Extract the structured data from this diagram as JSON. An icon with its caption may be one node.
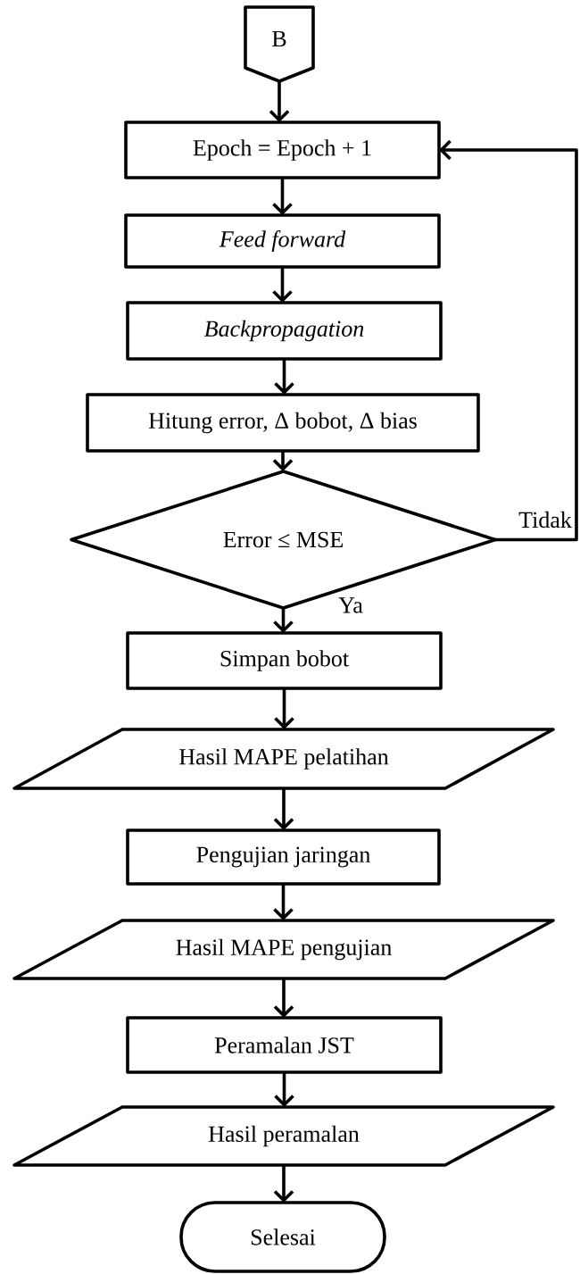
{
  "diagram": {
    "nodes": [
      {
        "text": [
          "B"
        ]
      },
      {
        "text": [
          "Epoch = Epoch + 1"
        ]
      },
      {
        "text": [
          "Feed forward"
        ]
      },
      {
        "text": [
          "Backpropagation"
        ]
      },
      {
        "text": [
          "Hitung error, Δ bobot, Δ bias"
        ]
      },
      {
        "text": [
          "Error ≤ MSE"
        ]
      },
      {
        "text": [
          "Simpan bobot"
        ]
      },
      {
        "text": [
          "Hasil MAPE pelatihan"
        ]
      },
      {
        "text": [
          "Pengujian jaringan"
        ]
      },
      {
        "text": [
          "Hasil MAPE pengujian"
        ]
      },
      {
        "text": [
          "Peramalan JST"
        ]
      },
      {
        "text": [
          "Hasil peramalan"
        ]
      },
      {
        "text": [
          "Selesai"
        ]
      }
    ],
    "edges": [
      {
        "from": 0,
        "to": 1,
        "arrow": "to"
      },
      {
        "from": 1,
        "to": 2,
        "arrow": "to"
      },
      {
        "from": 2,
        "to": 3,
        "arrow": "to"
      },
      {
        "from": 3,
        "to": 4,
        "arrow": "to"
      },
      {
        "from": 4,
        "to": 5,
        "arrow": "to"
      },
      {
        "from": 5,
        "to": 6,
        "arrow": "to",
        "label": "Ya"
      },
      {
        "from": 5,
        "to": 1,
        "arrow": "to",
        "label": "Tidak"
      },
      {
        "from": 6,
        "to": 7,
        "arrow": "to"
      },
      {
        "from": 7,
        "to": 8,
        "arrow": "to"
      },
      {
        "from": 8,
        "to": 9,
        "arrow": "to"
      },
      {
        "from": 9,
        "to": 10,
        "arrow": "to"
      },
      {
        "from": 10,
        "to": 11,
        "arrow": "to"
      },
      {
        "from": 11,
        "to": 12,
        "arrow": "to"
      }
    ]
  }
}
